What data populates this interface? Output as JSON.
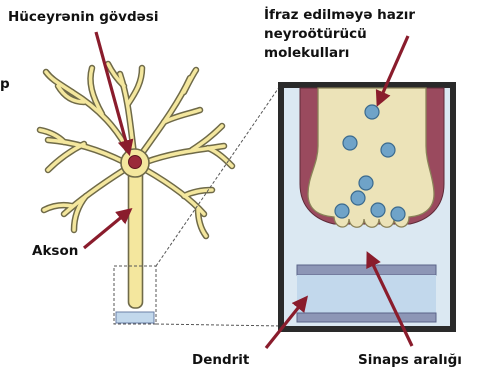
{
  "labels": {
    "cell_body": "Hüceyrənin gövdəsi",
    "edge_fragment": "p",
    "vesicle_line1": "İfraz edilməyə hazır",
    "vesicle_line2": "neyroötürücü",
    "vesicle_line3": "molekulları",
    "axon": "Akson",
    "dendrite": "Dendrit",
    "synaptic_cleft": "Sinaps aralığı"
  },
  "colors": {
    "neuron_fill": "#f4e79e",
    "neuron_outline": "#6f6a48",
    "nucleus": "#9b2a3a",
    "arrow": "#8a1c2c",
    "panel_bg": "#dbe8f2",
    "panel_border": "#2a2a2a",
    "membrane": "#9a4a5e",
    "vesicle": "#6fa3c8",
    "dendrite_plate": "#8d96b6",
    "dendrite_block": "#c2d8ec"
  }
}
